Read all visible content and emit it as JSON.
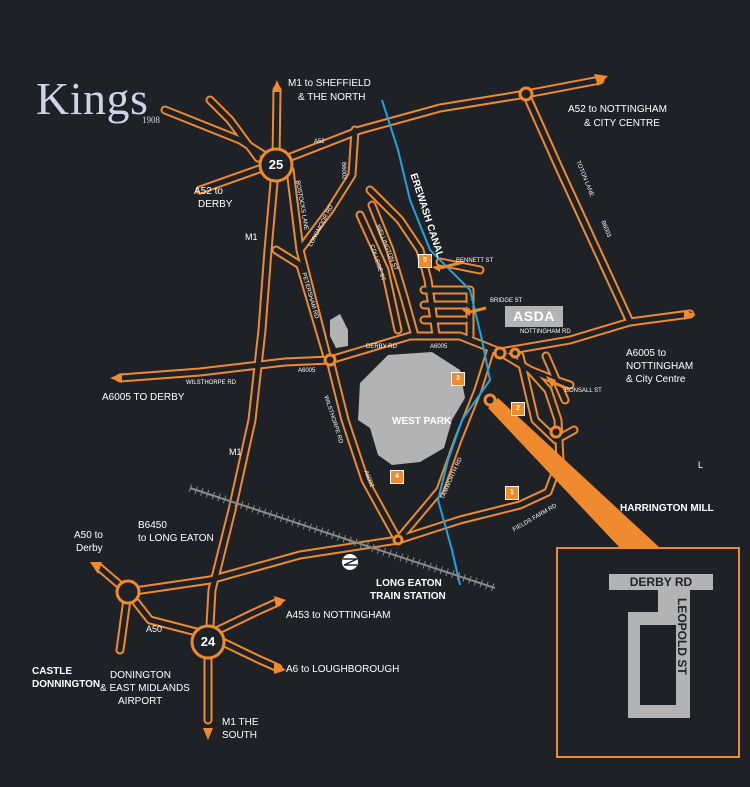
{
  "logo": {
    "name": "Kings",
    "year": "1908"
  },
  "colors": {
    "background": "#1e2126",
    "road": "#f08a2e",
    "canal": "#1ba6e0",
    "area": "#b3b3b3",
    "text": "#ffffff"
  },
  "junctions": {
    "j25": "25",
    "j24": "24"
  },
  "areas": {
    "west_park": "WEST PARK",
    "asda": "ASDA",
    "canal": "EREWASH CANAL"
  },
  "markers": [
    "1",
    "2",
    "3",
    "4",
    "5"
  ],
  "labels": {
    "m1_sheffield": "M1 to SHEFFIELD",
    "the_north": "& THE NORTH",
    "a52_nottingham": "A52 to NOTTINGHAM",
    "city_centre_1": "& CITY CENTRE",
    "a52_to": "A52 to",
    "derby": "DERBY",
    "a52_road": "A52",
    "m1_top": "M1",
    "m1_bottom": "M1",
    "a6005_nottingham": "A6005 to",
    "nottingham": "NOTTINGHAM",
    "city_centre_2": "& City Centre",
    "bonsall_st": "BONSALL ST",
    "a6005_derby": "A6005 TO DERBY",
    "wilsthorpe_rd_h": "WILSTHORPE RD",
    "a6005_left": "A6005",
    "a6005_mid": "A6005",
    "derby_rd": "DERBY RD",
    "nottingham_rd": "NOTTINGHAM RD",
    "bennett_st": "BENNETT ST",
    "bridge_st": "BRIDGE ST",
    "harrington_mill": "HARRINGTON MILL",
    "a50_derby_1": "A50 to",
    "a50_derby_2": "Derby",
    "b6450_1": "B6450",
    "b6450_2": "to LONG EATON",
    "a50": "A50",
    "castle_1": "CASTLE",
    "castle_2": "DONNINGTON",
    "donington_1": "DONINGTON",
    "donington_2": "& EAST MIDLANDS",
    "donington_3": "AIRPORT",
    "a453": "A453 to NOTTINGHAM",
    "a6_lough": "A6 to LOUGHBOROUGH",
    "m1_south_1": "M1 THE",
    "m1_south_2": "SOUTH",
    "long_eaton_1": "LONG EATON",
    "long_eaton_2": "TRAIN STATION",
    "small_l": "L",
    "bostocks_lane": "BOSTOCKS LANE",
    "b6002": "B6002",
    "longmoor_rd": "LONGMOOR RD",
    "wellington_st": "WELLINGTON ST",
    "college_st": "COLLEGE ST",
    "petersham_rd": "PETERSHAM RD",
    "wilsthorpe_rd_v": "WILSTHORPE RD",
    "a6002": "A6002",
    "tamworth_rd": "TAMWORTH RD",
    "fields_farm_rd": "FIELDS FARM RD",
    "toton_lane": "TOTON LANE",
    "b6003": "B6003"
  },
  "inset": {
    "derby_rd": "DERBY RD",
    "leopold_st": "LEOPOLD ST"
  }
}
